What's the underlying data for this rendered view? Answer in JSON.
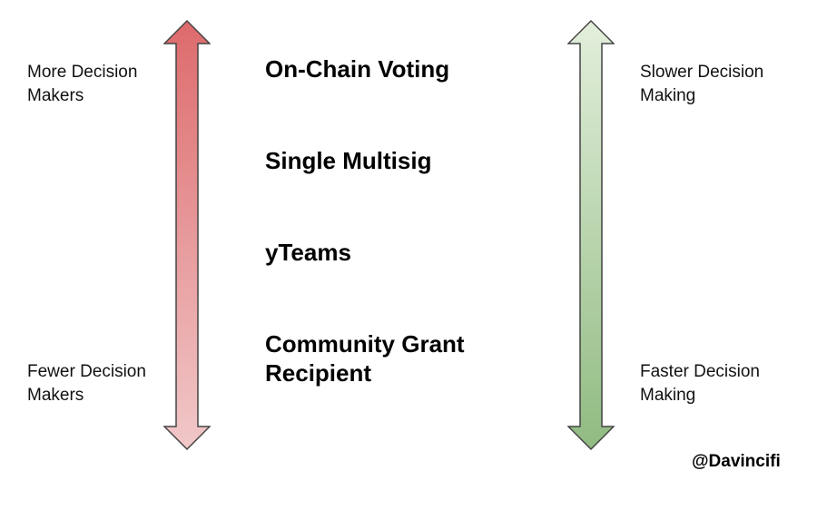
{
  "left_axis": {
    "top_label": [
      "More Decision",
      "Makers"
    ],
    "bottom_label": [
      "Fewer Decision",
      "Makers"
    ],
    "arrow_colors": {
      "top": "#dd6a6c",
      "bottom": "#f1c8c9",
      "stroke": "#444444"
    }
  },
  "right_axis": {
    "top_label": [
      "Slower Decision",
      "Making"
    ],
    "bottom_label": [
      "Faster Decision",
      "Making"
    ],
    "arrow_colors": {
      "top": "#e3efdc",
      "bottom": "#90bb81",
      "stroke": "#444444"
    }
  },
  "levels": [
    {
      "lines": [
        "On-Chain Voting"
      ]
    },
    {
      "lines": [
        "Single Multisig"
      ]
    },
    {
      "lines": [
        "yTeams"
      ]
    },
    {
      "lines": [
        "Community Grant",
        "Recipient"
      ]
    }
  ],
  "credit": "@Davincifi"
}
